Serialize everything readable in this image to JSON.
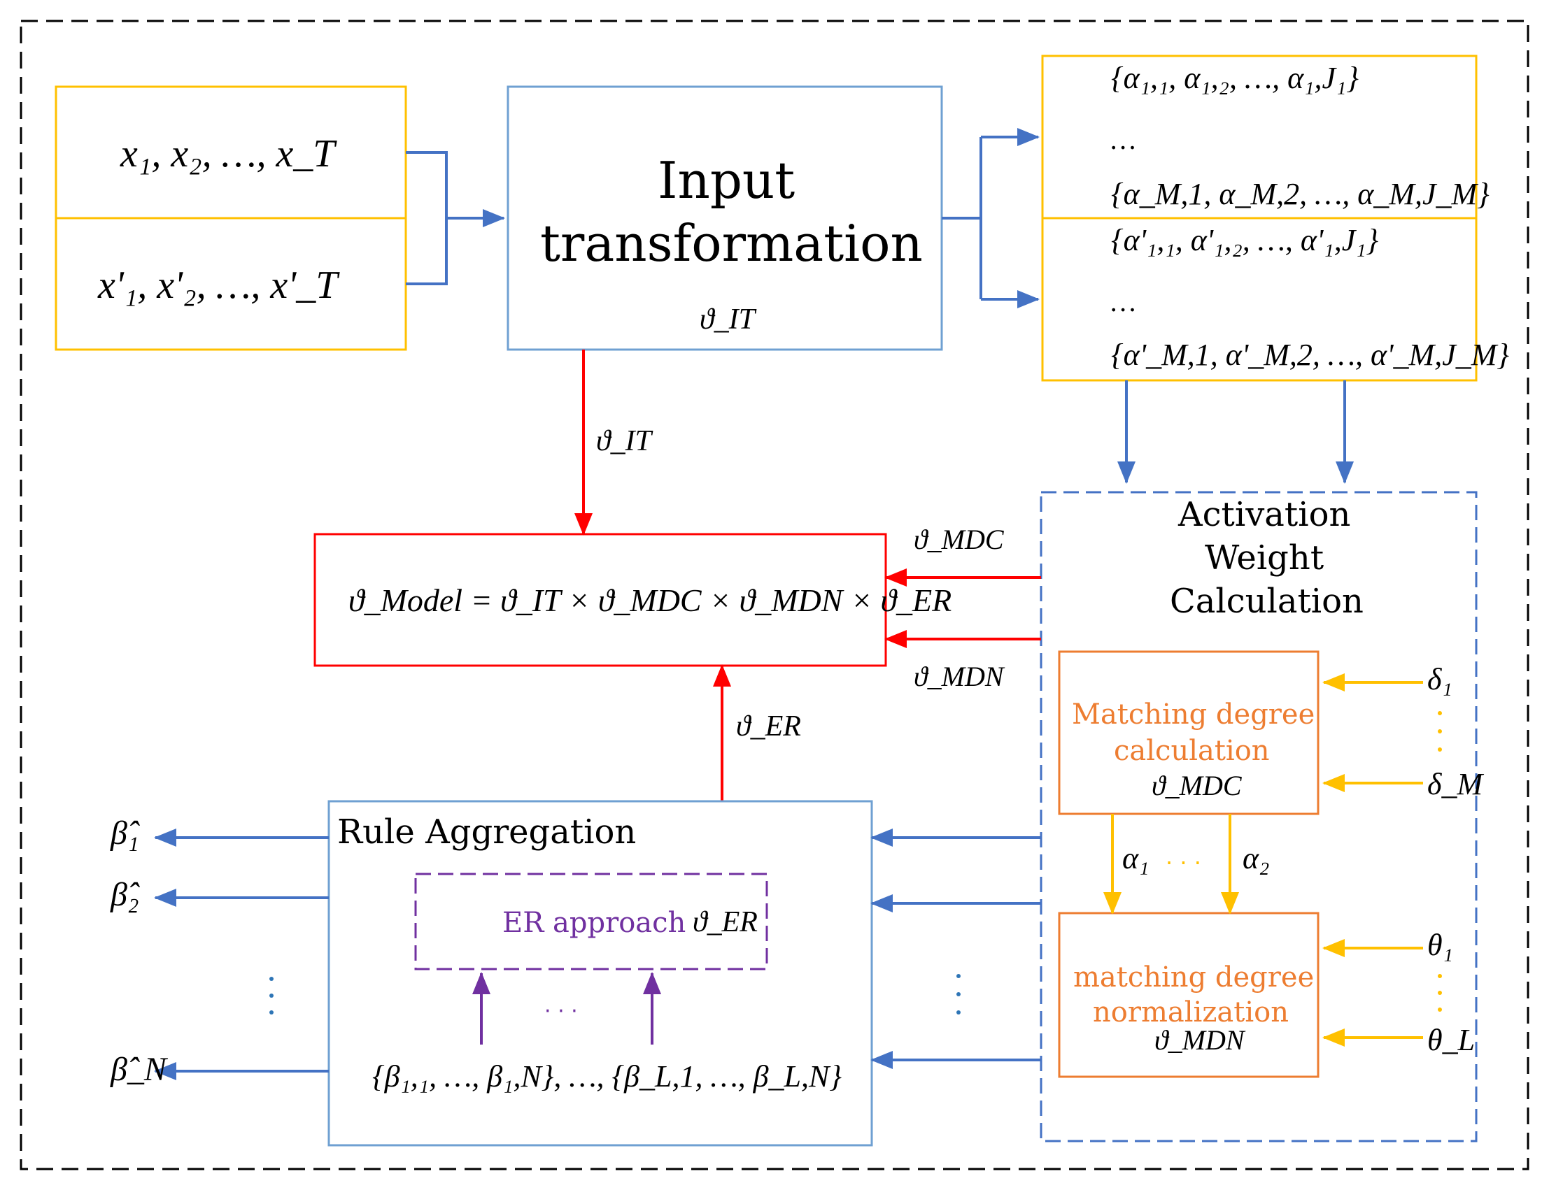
{
  "colors": {
    "blue": "#4472C4",
    "red": "#FF0000",
    "yellow": "#FFC000",
    "orange": "#ED7D31",
    "purple": "#7030A0",
    "lightblue": "#6FA0D2",
    "black": "#000000"
  },
  "inputs": {
    "x_seq": "x₁, x₂, …, x_T",
    "xp_seq": "x'₁, x'₂, …, x'_T"
  },
  "input_transformation": {
    "title_line1": "Input",
    "title_line2": "transformation",
    "param": "ϑ_IT"
  },
  "ref_sets": {
    "alpha1": "{α₁,₁, α₁,₂, …, α₁,J₁}",
    "alpha_dots": "…",
    "alphaM": "{α_M,1, α_M,2, …, α_M,J_M}",
    "alphap1": "{α'₁,₁, α'₁,₂, …, α'₁,J₁}",
    "alphap_dots": "…",
    "alphapM": "{α'_M,1, α'_M,2, …, α'_M,J_M}"
  },
  "edge_labels": {
    "it": "ϑ_IT",
    "mdc": "ϑ_MDC",
    "mdn": "ϑ_MDN",
    "er": "ϑ_ER"
  },
  "model": {
    "formula": "ϑ_Model = ϑ_IT × ϑ_MDC × ϑ_MDN × ϑ_ER"
  },
  "activation": {
    "line1": "Activation",
    "line2": "Weight",
    "line3": "Calculation"
  },
  "mdc": {
    "line1": "Matching degree",
    "line2": "calculation",
    "param": "ϑ_MDC"
  },
  "mdn": {
    "line1": "matching degree",
    "line2": "normalization",
    "param": "ϑ_MDN"
  },
  "side_inputs": {
    "delta1": "δ₁",
    "deltaM": "δ_M",
    "theta1": "θ₁",
    "thetaL": "θ_L"
  },
  "alphas": {
    "a1": "α₁",
    "dots": "· · ·",
    "a2": "α₂"
  },
  "rule_aggregation": {
    "title": "Rule Aggregation",
    "er_label": "ER approach",
    "er_param": "ϑ_ER",
    "dots": "· · ·",
    "betas": "{β₁,₁, …, β₁,N}, …, {β_L,1, …, β_L,N}"
  },
  "outputs": {
    "b1": "β̂₁",
    "b2": "β̂₂",
    "bN": "β̂_N"
  }
}
